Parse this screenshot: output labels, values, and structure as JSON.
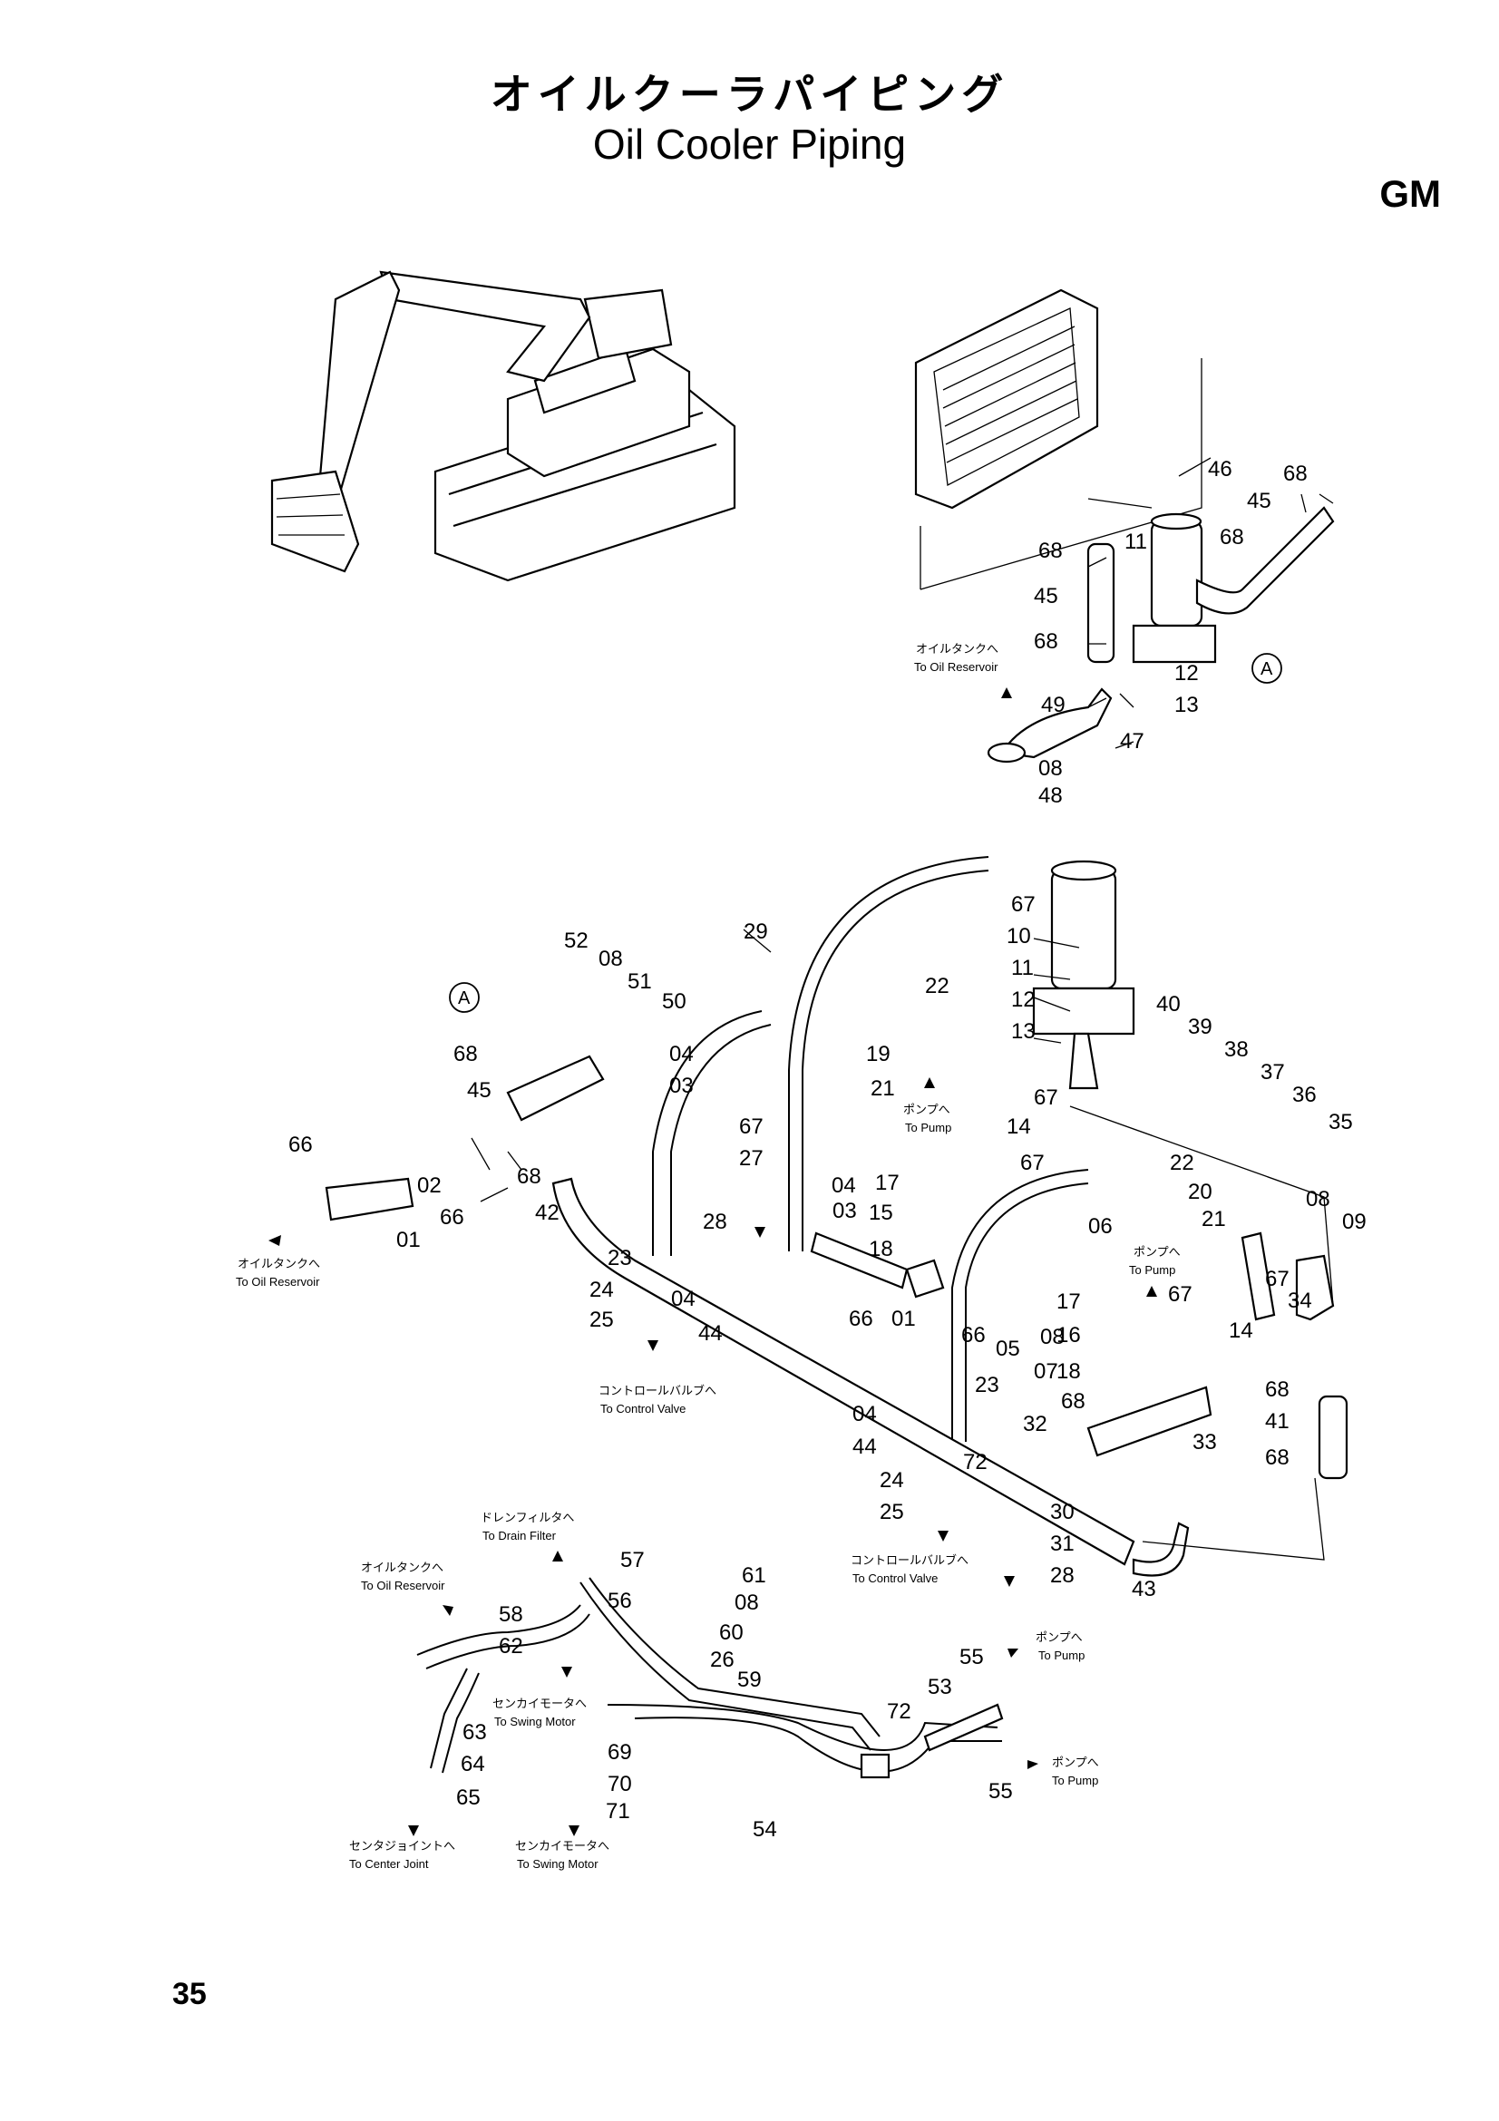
{
  "title": {
    "japanese": "オイルクーラパイピング",
    "english": "Oil Cooler Piping"
  },
  "section_code": "GM",
  "page_number": "35",
  "callout": "A",
  "destinations": [
    {
      "jp": "オイルタンクへ",
      "en": "To Oil Reservoir"
    },
    {
      "jp": "ポンプへ",
      "en": "To Pump"
    },
    {
      "jp": "コントロールバルブへ",
      "en": "To Control Valve"
    },
    {
      "jp": "ドレンフィルタへ",
      "en": "To Drain Filter"
    },
    {
      "jp": "センカイモータへ",
      "en": "To Swing Motor"
    },
    {
      "jp": "センタジョイントへ",
      "en": "To Center Joint"
    }
  ],
  "part_numbers": [
    "01",
    "02",
    "03",
    "04",
    "05",
    "06",
    "07",
    "08",
    "09",
    "10",
    "11",
    "12",
    "13",
    "14",
    "15",
    "16",
    "17",
    "18",
    "19",
    "20",
    "21",
    "22",
    "23",
    "24",
    "25",
    "26",
    "27",
    "28",
    "29",
    "30",
    "31",
    "32",
    "33",
    "34",
    "35",
    "36",
    "37",
    "38",
    "39",
    "40",
    "41",
    "42",
    "43",
    "44",
    "45",
    "46",
    "47",
    "48",
    "49",
    "50",
    "51",
    "52",
    "53",
    "54",
    "55",
    "56",
    "57",
    "58",
    "59",
    "60",
    "61",
    "62",
    "63",
    "64",
    "65",
    "66",
    "67",
    "68",
    "69",
    "70",
    "71",
    "72"
  ]
}
